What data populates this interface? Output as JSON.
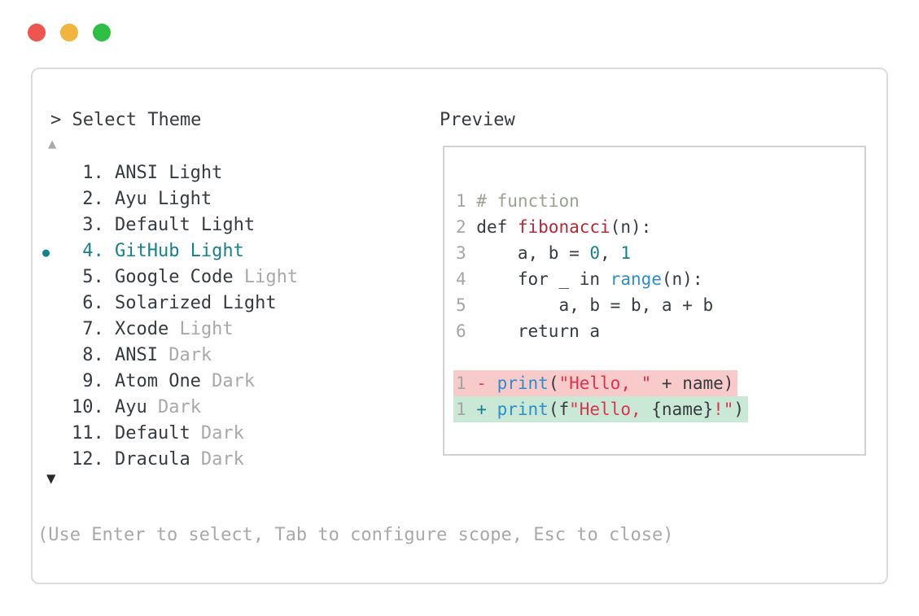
{
  "colors": {
    "dark": "#363b41",
    "dim": "#a9a9a9",
    "teal": "#15828b",
    "keyword_red": "#b02b33",
    "string_red": "#dc3352",
    "blue": "#2e8ec9",
    "comment": "#9ca292",
    "minus_red": "#c94855",
    "diff_del_bg": "#f8caca",
    "diff_add_bg": "#c9e8d5",
    "line_number": "#a5a5a5",
    "window_border": "#dcdcdc",
    "preview_border": "#d2d2d2",
    "down_arrow": "#27292c",
    "tl_red": "#f0544f",
    "tl_yellow": "#f1b53d",
    "tl_green": "#2dc044"
  },
  "window": {
    "prompt": "> Select Theme",
    "preview_label": "Preview",
    "scroll_up_icon": "▲",
    "scroll_down_icon": "▼",
    "help_text": "(Use Enter to select, Tab to configure scope, Esc to close)"
  },
  "theme_list": {
    "bullet_icon": "●",
    "items": [
      {
        "number": "1.",
        "name": "ANSI Light",
        "dim_suffix": "",
        "selected": false
      },
      {
        "number": "2.",
        "name": "Ayu Light",
        "dim_suffix": "",
        "selected": false
      },
      {
        "number": "3.",
        "name": "Default Light",
        "dim_suffix": "",
        "selected": false
      },
      {
        "number": "4.",
        "name": "GitHub Light",
        "dim_suffix": "",
        "selected": true
      },
      {
        "number": "5.",
        "name": "Google Code",
        "dim_suffix": " Light",
        "selected": false
      },
      {
        "number": "6.",
        "name": "Solarized Light",
        "dim_suffix": "",
        "selected": false
      },
      {
        "number": "7.",
        "name": "Xcode",
        "dim_suffix": " Light",
        "selected": false
      },
      {
        "number": "8.",
        "name": "ANSI",
        "dim_suffix": " Dark",
        "selected": false
      },
      {
        "number": "9.",
        "name": "Atom One",
        "dim_suffix": " Dark",
        "selected": false
      },
      {
        "number": "10.",
        "name": "Ayu",
        "dim_suffix": " Dark",
        "selected": false
      },
      {
        "number": "11.",
        "name": "Default",
        "dim_suffix": " Dark",
        "selected": false
      },
      {
        "number": "12.",
        "name": "Dracula",
        "dim_suffix": " Dark",
        "selected": false
      }
    ]
  },
  "preview": {
    "code_lines": [
      {
        "bg": "",
        "segments": [
          {
            "t": "1 ",
            "c": "ln"
          },
          {
            "t": "# function",
            "c": "c"
          }
        ]
      },
      {
        "bg": "",
        "segments": [
          {
            "t": "2 ",
            "c": "ln"
          },
          {
            "t": "def ",
            "c": "p"
          },
          {
            "t": "fibonacci",
            "c": "r"
          },
          {
            "t": "(n):",
            "c": "p"
          }
        ]
      },
      {
        "bg": "",
        "segments": [
          {
            "t": "3 ",
            "c": "ln"
          },
          {
            "t": "    a, b = ",
            "c": "p"
          },
          {
            "t": "0",
            "c": "t"
          },
          {
            "t": ", ",
            "c": "p"
          },
          {
            "t": "1",
            "c": "t"
          }
        ]
      },
      {
        "bg": "",
        "segments": [
          {
            "t": "4 ",
            "c": "ln"
          },
          {
            "t": "    for _ in ",
            "c": "p"
          },
          {
            "t": "range",
            "c": "b"
          },
          {
            "t": "(n):",
            "c": "p"
          }
        ]
      },
      {
        "bg": "",
        "segments": [
          {
            "t": "5 ",
            "c": "ln"
          },
          {
            "t": "        a, b = b, a + b",
            "c": "p"
          }
        ]
      },
      {
        "bg": "",
        "segments": [
          {
            "t": "6 ",
            "c": "ln"
          },
          {
            "t": "    return a",
            "c": "p"
          }
        ]
      },
      {
        "bg": "",
        "segments": []
      },
      {
        "bg": "del",
        "segments": [
          {
            "t": "1 ",
            "c": "ln"
          },
          {
            "t": "- ",
            "c": "m"
          },
          {
            "t": "print",
            "c": "b"
          },
          {
            "t": "(",
            "c": "p"
          },
          {
            "t": "\"Hello, \"",
            "c": "s"
          },
          {
            "t": " + name)",
            "c": "p"
          }
        ]
      },
      {
        "bg": "add",
        "segments": [
          {
            "t": "1 ",
            "c": "ln"
          },
          {
            "t": "+ ",
            "c": "a"
          },
          {
            "t": "print",
            "c": "b"
          },
          {
            "t": "(f",
            "c": "p"
          },
          {
            "t": "\"Hello, ",
            "c": "s"
          },
          {
            "t": "{name}",
            "c": "p"
          },
          {
            "t": "!\"",
            "c": "s"
          },
          {
            "t": ")",
            "c": "p"
          }
        ]
      }
    ]
  }
}
